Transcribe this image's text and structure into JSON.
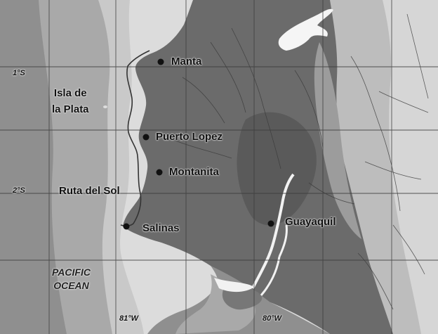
{
  "map": {
    "colors": {
      "deep_ocean": "#8f8f8f",
      "mid_ocean": "#a9a9a9",
      "shelf": "#c9c9c9",
      "shallow": "#dcdcdc",
      "lowland": "#6b6b6b",
      "upland": "#7b7b7b",
      "highland": "#bdbdbd",
      "water": "#f2f2f2",
      "grid": "#3c3c3c",
      "route": "#333333"
    },
    "cities": [
      {
        "id": "manta",
        "name": "Manta"
      },
      {
        "id": "puerto-lopez",
        "name": "Puerto Lopez"
      },
      {
        "id": "montanita",
        "name": "Montanita"
      },
      {
        "id": "salinas",
        "name": "Salinas"
      },
      {
        "id": "guayaquil",
        "name": "Guayaquil"
      }
    ],
    "labels": {
      "island_line1": "Isla de",
      "island_line2": "la Plata",
      "route": "Ruta del Sol",
      "ocean_line1": "PACIFIC",
      "ocean_line2": "OCEAN"
    },
    "lat_labels": [
      "1°S",
      "2°S"
    ],
    "lon_labels": [
      "81°W",
      "80°W"
    ]
  }
}
